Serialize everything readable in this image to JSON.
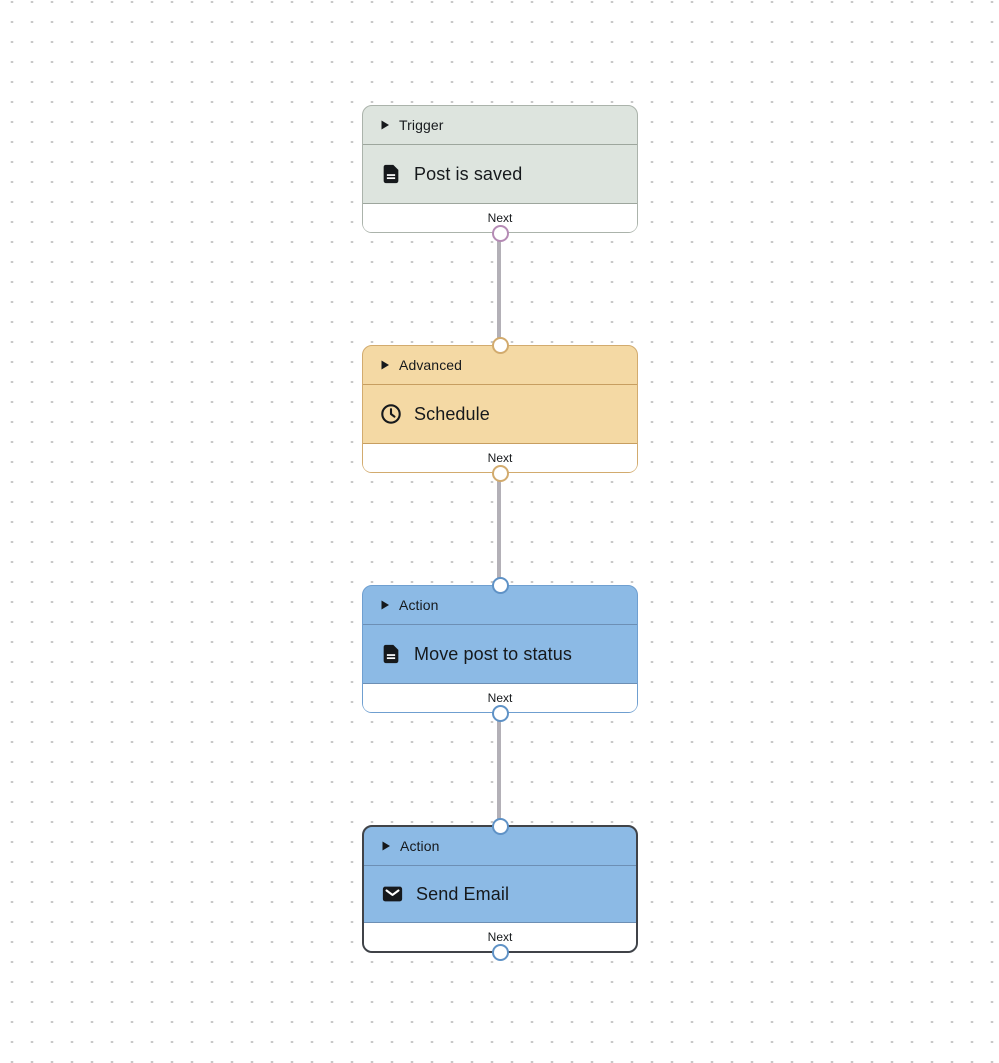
{
  "workflow": {
    "canvas_dot_color": "#c8c8c8",
    "edge_color": "#b3b0b7",
    "nodes": [
      {
        "category": "Trigger",
        "title": "Post is saved",
        "icon": "document-icon",
        "footer_label": "Next",
        "selected": false,
        "colors": {
          "fill": "#dde4de",
          "border": "#abb3ab",
          "divider": "#9da69d",
          "handle_bottom": "#b58bb5"
        }
      },
      {
        "category": "Advanced",
        "title": "Schedule",
        "icon": "clock-icon",
        "footer_label": "Next",
        "selected": false,
        "colors": {
          "fill": "#f4d9a4",
          "border": "#d2ab6e",
          "divider": "#c79e60",
          "handle_top": "#d2ab6e",
          "handle_bottom": "#d2ab6e"
        }
      },
      {
        "category": "Action",
        "title": "Move post to status",
        "icon": "document-icon",
        "footer_label": "Next",
        "selected": false,
        "colors": {
          "fill": "#8cbae5",
          "border": "#6f9fd0",
          "divider": "#6d8fb4",
          "handle_top": "#5f92c6",
          "handle_bottom": "#5f92c6"
        }
      },
      {
        "category": "Action",
        "title": "Send Email",
        "icon": "mail-icon",
        "footer_label": "Next",
        "selected": true,
        "colors": {
          "fill": "#8cbae5",
          "border": "#404348",
          "divider": "#6d8fb4",
          "handle_top": "#5f92c6",
          "handle_bottom": "#5f92c6"
        }
      }
    ]
  }
}
